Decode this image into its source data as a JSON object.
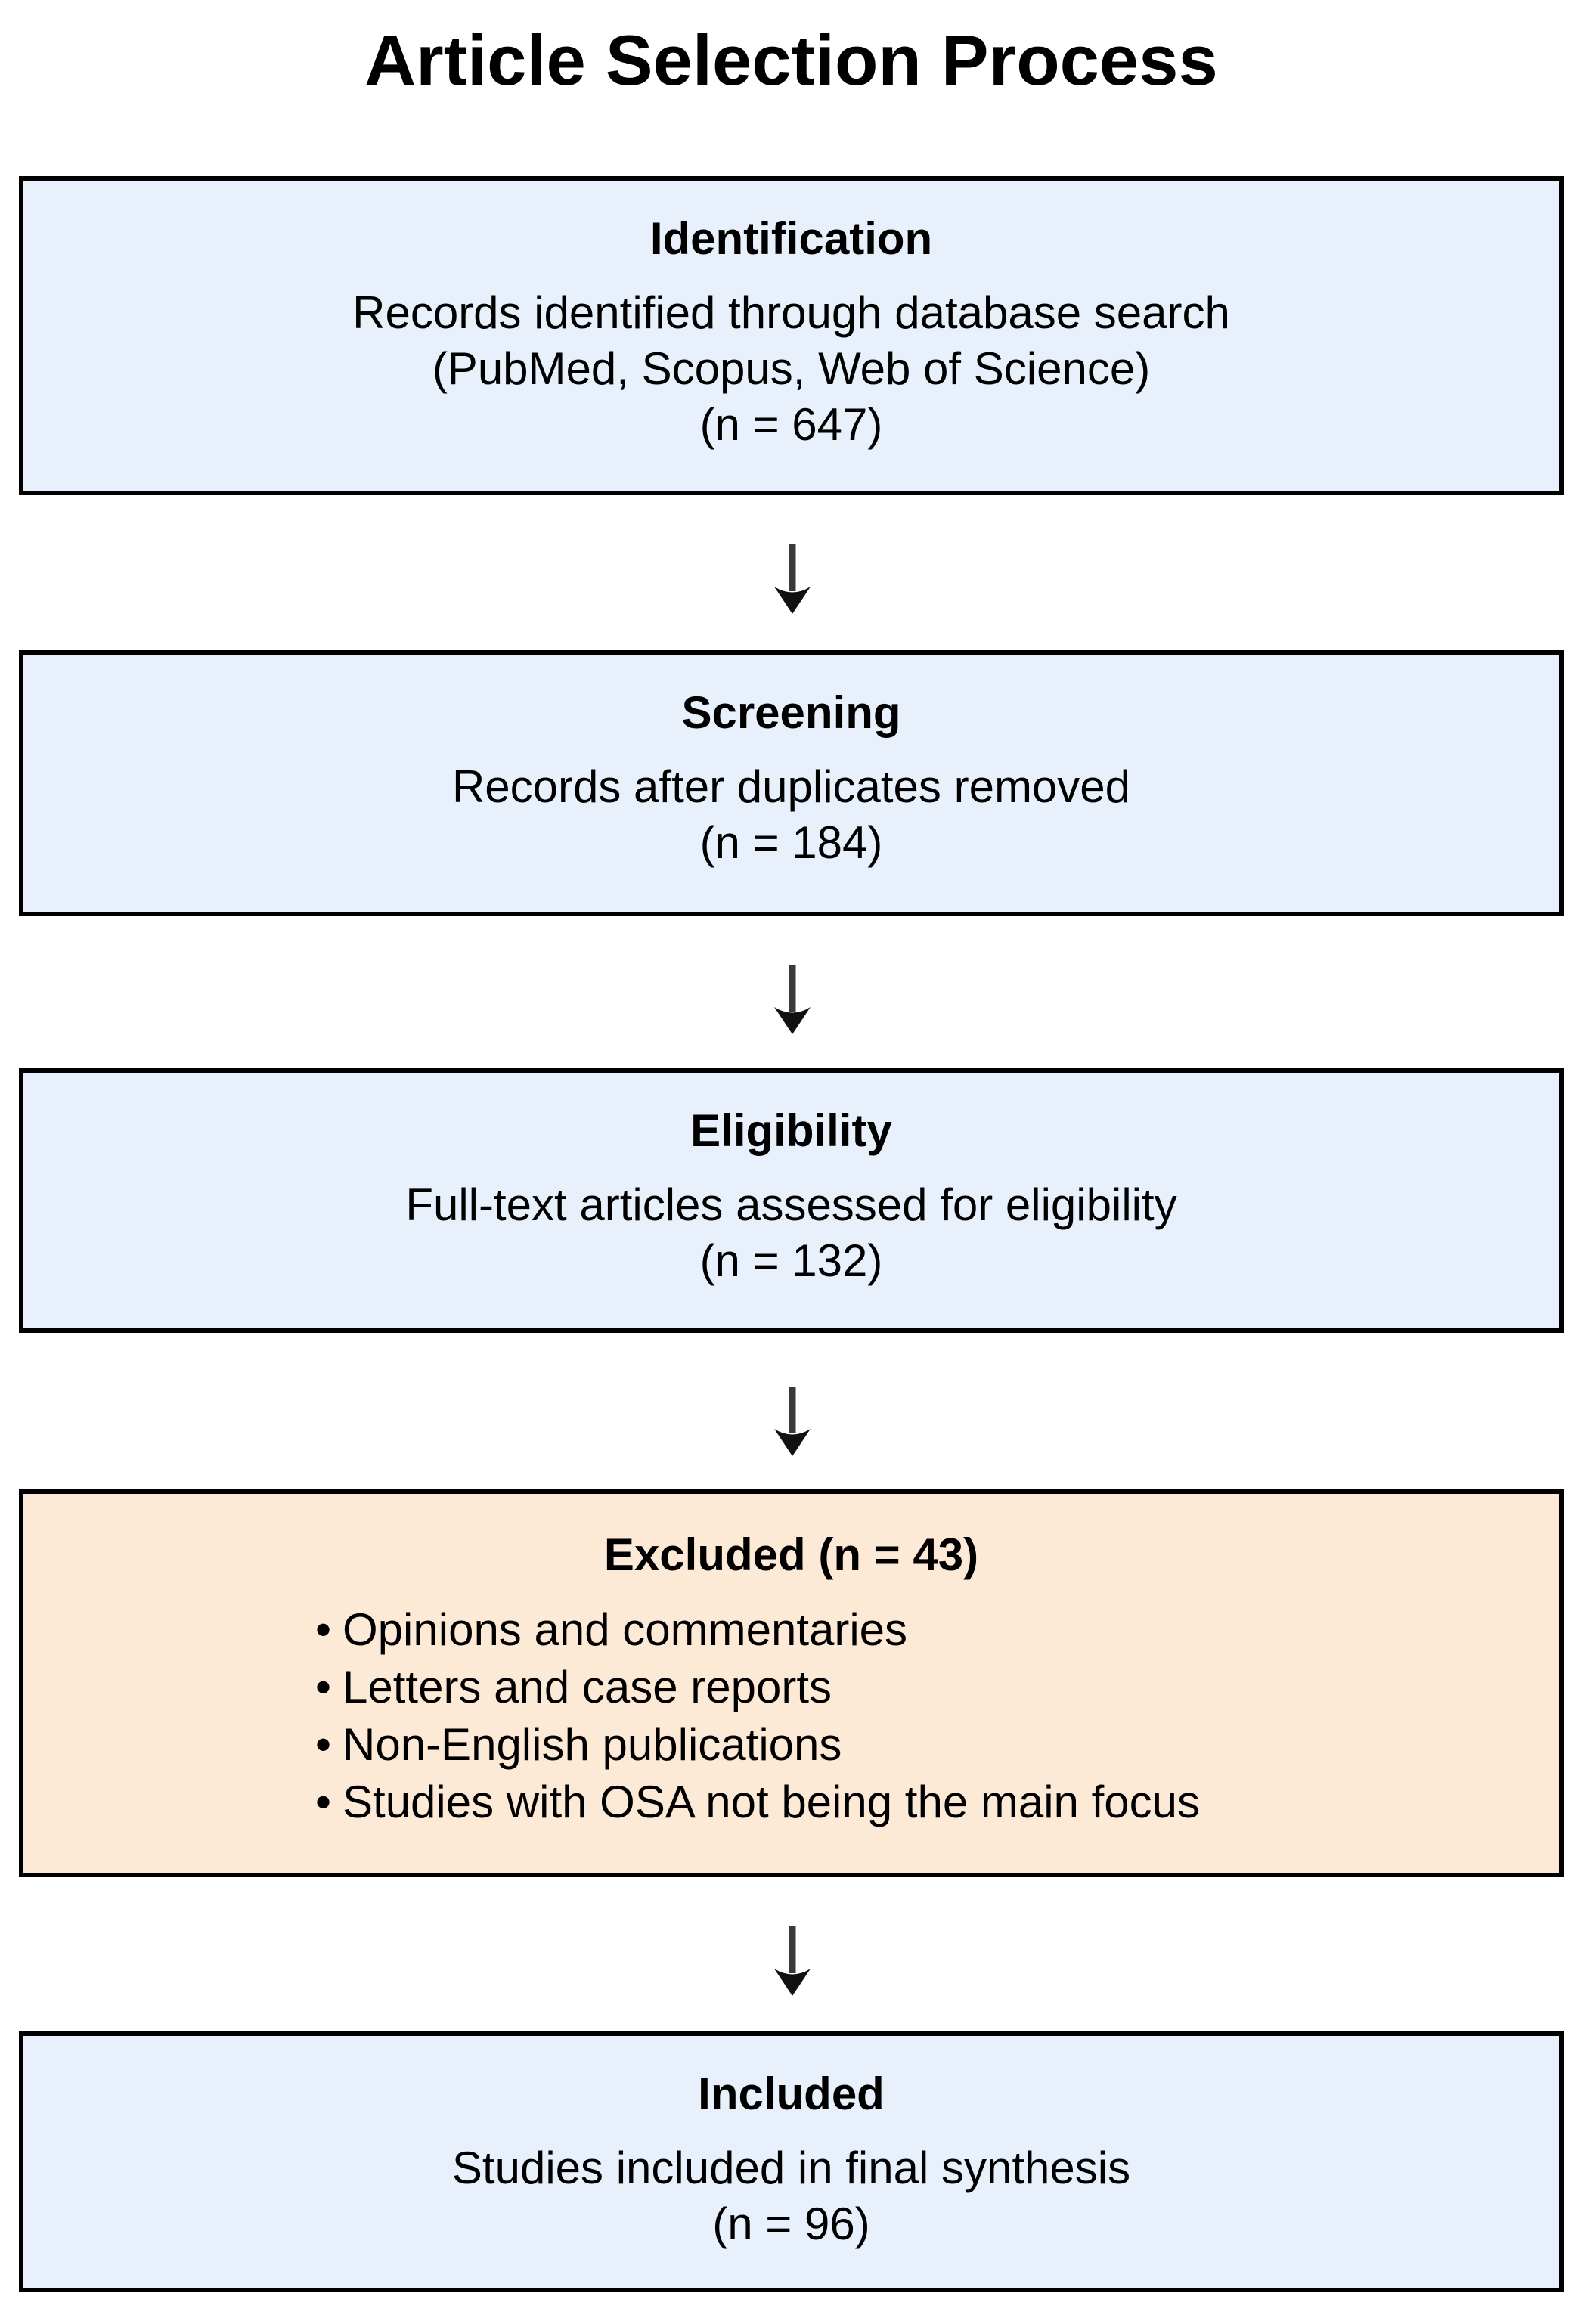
{
  "title": "Article Selection Process",
  "colors": {
    "box_blue": "#e8f1fb",
    "box_orange": "#fcead6",
    "box_border": "#000000",
    "arrow": "#2b2b2b",
    "text": "#000000",
    "background": "#ffffff"
  },
  "flow": {
    "boxes": [
      {
        "id": "identification",
        "variant": "blue",
        "heading": "Identification",
        "lines": [
          "Records identified through database search",
          "(PubMed, Scopus, Web of Science)",
          "(n = 647)"
        ]
      },
      {
        "id": "screening",
        "variant": "blue",
        "heading": "Screening",
        "lines": [
          "Records after duplicates removed",
          "(n = 184)"
        ]
      },
      {
        "id": "eligibility",
        "variant": "blue",
        "heading": "Eligibility",
        "lines": [
          "Full-text articles assessed for eligibility",
          "(n = 132)"
        ]
      },
      {
        "id": "excluded",
        "variant": "orange",
        "heading": "Excluded (n = 43)",
        "bullets": [
          "Opinions and commentaries",
          "Letters and case reports",
          "Non-English publications",
          "Studies with OSA not being the main focus"
        ]
      },
      {
        "id": "included",
        "variant": "blue",
        "heading": "Included",
        "lines": [
          "Studies included in final synthesis",
          "(n = 96)"
        ]
      }
    ]
  }
}
